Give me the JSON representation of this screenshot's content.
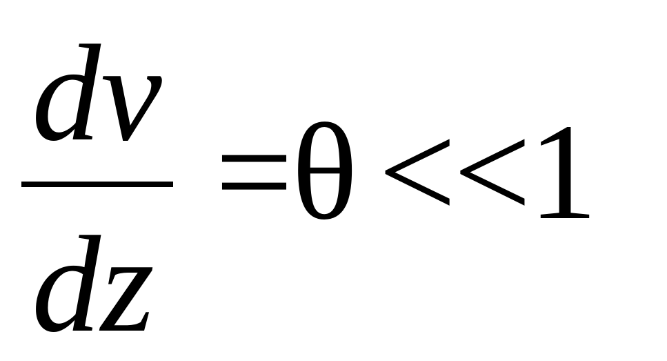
{
  "equation": {
    "numerator": "dv",
    "denominator": "dz",
    "equals": "=",
    "theta": "θ",
    "much_less": "<<",
    "one": "1"
  }
}
